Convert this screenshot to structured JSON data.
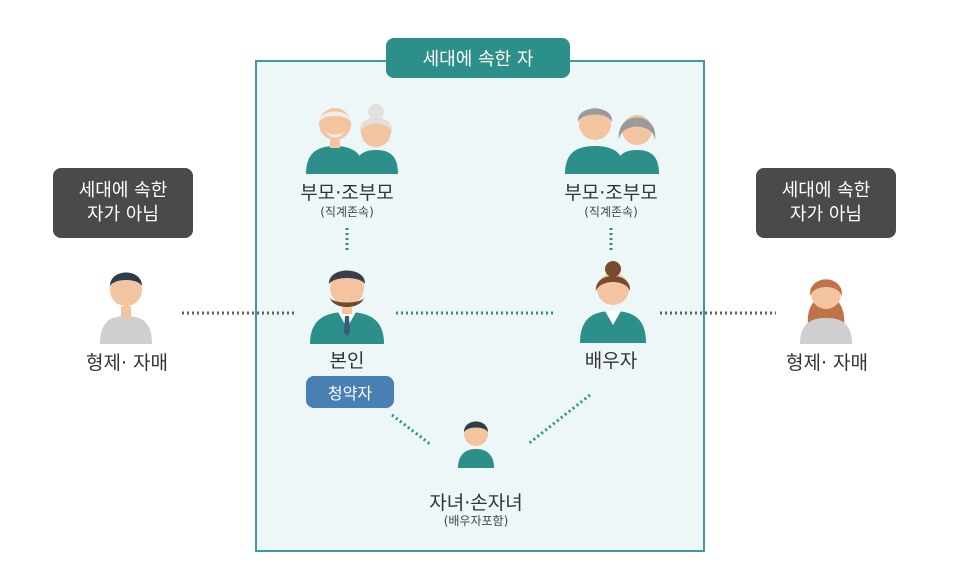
{
  "header": {
    "household_label": "세대에 속한 자"
  },
  "outside": {
    "left_line1": "세대에 속한",
    "left_line2": "자가 아님",
    "right_line1": "세대에 속한",
    "right_line2": "자가 아님"
  },
  "people": {
    "parents_left": {
      "label": "부모·조부모",
      "sub": "(직계존속)"
    },
    "parents_right": {
      "label": "부모·조부모",
      "sub": "(직계존속)"
    },
    "self": {
      "label": "본인",
      "badge": "청약자"
    },
    "spouse": {
      "label": "배우자"
    },
    "children": {
      "label": "자녀·손자녀",
      "sub": "(배우자포함)"
    },
    "sibling_left": {
      "label": "형제· 자매"
    },
    "sibling_right": {
      "label": "형제· 자매"
    }
  },
  "colors": {
    "teal": "#2d8f8a",
    "box_border": "#3d9aa1",
    "box_fill": "#eef7f8",
    "dark": "#4a4a4a",
    "badge": "#4a7fb3"
  }
}
